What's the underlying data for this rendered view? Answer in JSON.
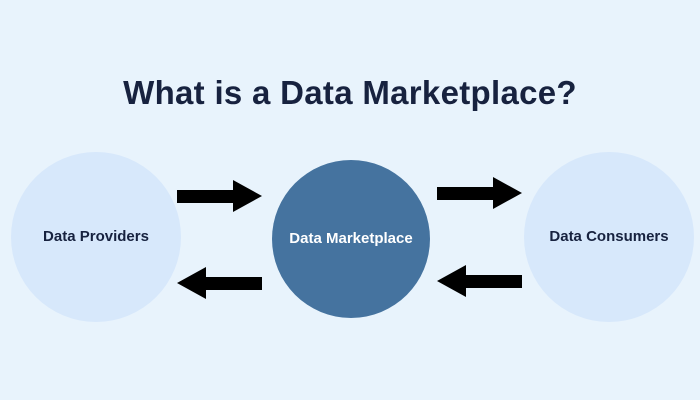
{
  "title": "What is a Data Marketplace?",
  "nodes": {
    "providers": {
      "label": "Data Providers"
    },
    "marketplace": {
      "label": "Data Marketplace"
    },
    "consumers": {
      "label": "Data Consumers"
    }
  },
  "flows": [
    {
      "from": "Data Providers",
      "to": "Data Marketplace",
      "direction": "right"
    },
    {
      "from": "Data Marketplace",
      "to": "Data Providers",
      "direction": "left"
    },
    {
      "from": "Data Marketplace",
      "to": "Data Consumers",
      "direction": "right"
    },
    {
      "from": "Data Consumers",
      "to": "Data Marketplace",
      "direction": "left"
    }
  ],
  "colors": {
    "background": "#e8f3fc",
    "light_circle": "#d7e8fb",
    "dark_circle": "#45739f",
    "arrow": "#000000",
    "text_dark": "#17223f",
    "text_light": "#ffffff"
  }
}
